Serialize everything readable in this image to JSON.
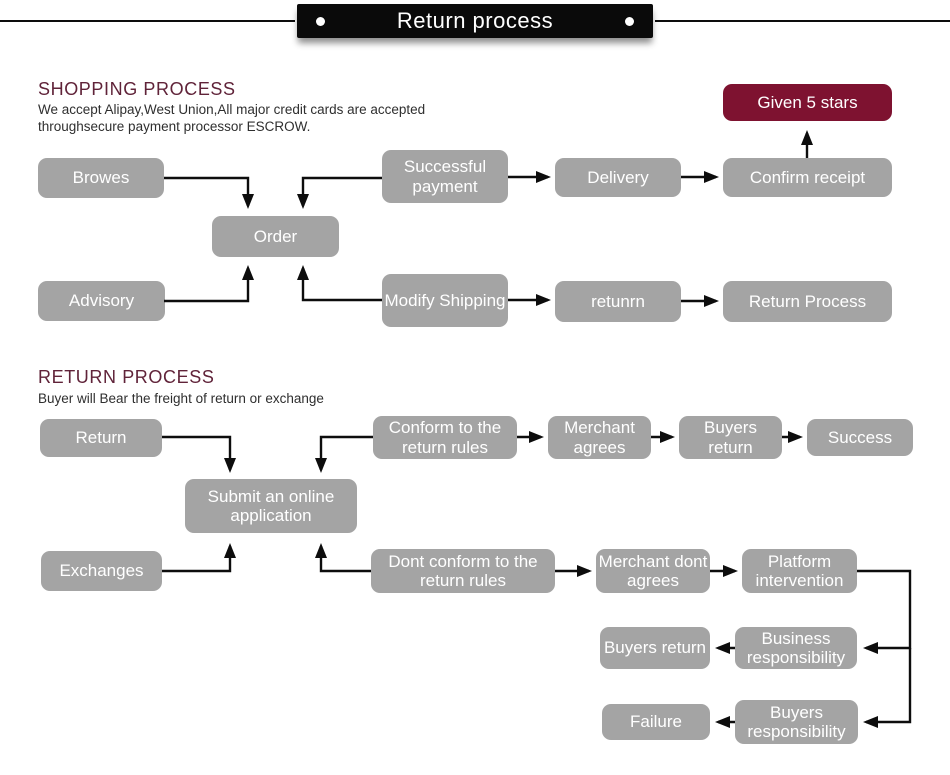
{
  "banner": {
    "title": "Return process"
  },
  "shopping": {
    "heading": "SHOPPING PROCESS",
    "desc1": "We accept Alipay,West Union,All major credit cards are accepted",
    "desc2": "throughsecure payment processor ESCROW."
  },
  "returns": {
    "heading": "RETURN PROCESS",
    "desc": "Buyer will Bear the freight of return or exchange"
  },
  "nodes": {
    "browes": "Browes",
    "order": "Order",
    "successful_payment": "Successful payment",
    "delivery": "Delivery",
    "confirm_receipt": "Confirm receipt",
    "given_5_stars": "Given 5 stars",
    "advisory": "Advisory",
    "modify_shipping": "Modify Shipping",
    "retunrn": "retunrn",
    "return_process": "Return Process",
    "return": "Return",
    "submit_application": "Submit an online application",
    "conform_rules": "Conform to the return rules",
    "merchant_agrees": "Merchant agrees",
    "buyers_return_top": "Buyers return",
    "success": "Success",
    "exchanges": "Exchanges",
    "dont_conform_rules": "Dont conform to the return rules",
    "merchant_dont_agrees": "Merchant dont agrees",
    "platform_intervention": "Platform intervention",
    "buyers_return_mid": "Buyers return",
    "business_responsibility": "Business responsibility",
    "failure": "Failure",
    "buyers_responsibility": "Buyers responsibility"
  },
  "colors": {
    "node_gray": "#a4a4a4",
    "accent_maroon": "#7e1230",
    "heading_maroon": "#602339",
    "banner_black": "#0a0a0a",
    "arrow_black": "#0d0d0d"
  }
}
